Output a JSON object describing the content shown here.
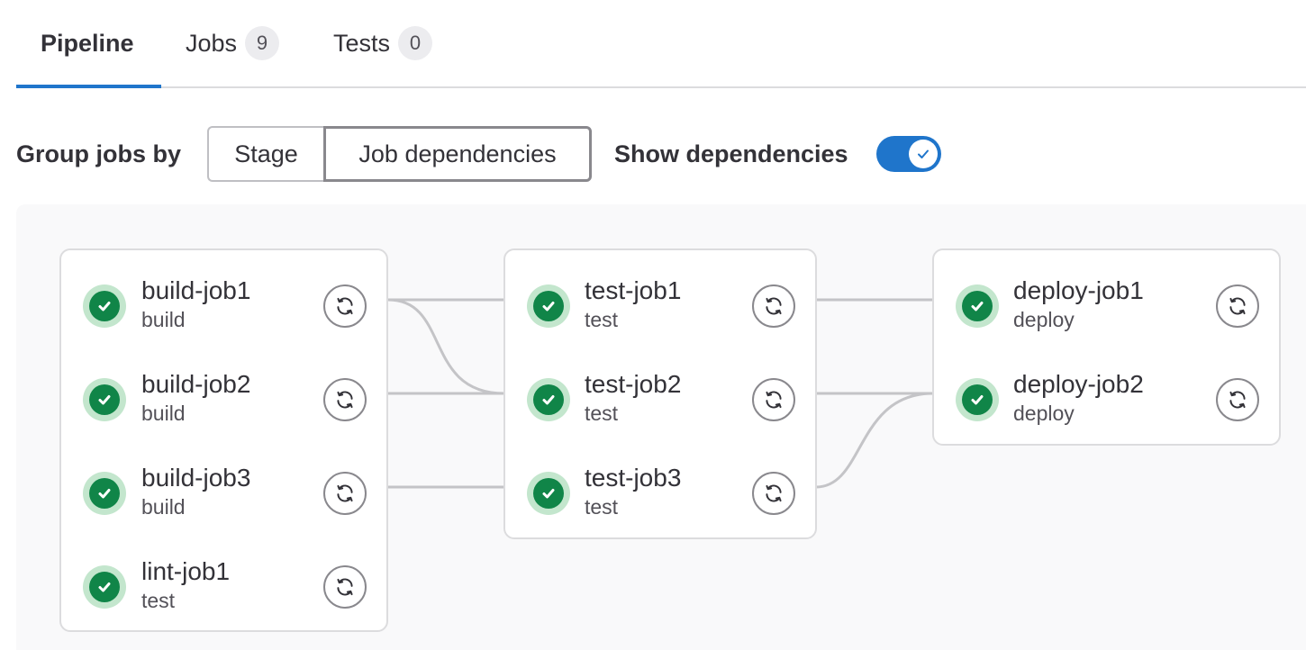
{
  "tabs": [
    {
      "label": "Pipeline",
      "active": true
    },
    {
      "label": "Jobs",
      "count": "9"
    },
    {
      "label": "Tests",
      "count": "0"
    }
  ],
  "controls": {
    "group_label": "Group jobs by",
    "options": [
      "Stage",
      "Job dependencies"
    ],
    "selected": "Job dependencies",
    "show_dependencies_label": "Show dependencies",
    "show_dependencies_on": true
  },
  "colors": {
    "accent": "#1f75cb",
    "success": "#108548",
    "success_bg": "#c3e6cd"
  },
  "columns": [
    {
      "jobs": [
        {
          "name": "build-job1",
          "stage": "build",
          "status": "success-icon"
        },
        {
          "name": "build-job2",
          "stage": "build",
          "status": "success-icon"
        },
        {
          "name": "build-job3",
          "stage": "build",
          "status": "success-icon"
        },
        {
          "name": "lint-job1",
          "stage": "test",
          "status": "success-icon"
        }
      ]
    },
    {
      "jobs": [
        {
          "name": "test-job1",
          "stage": "test",
          "status": "success-icon"
        },
        {
          "name": "test-job2",
          "stage": "test",
          "status": "success-icon"
        },
        {
          "name": "test-job3",
          "stage": "test",
          "status": "success-icon"
        }
      ]
    },
    {
      "jobs": [
        {
          "name": "deploy-job1",
          "stage": "deploy",
          "status": "success-icon"
        },
        {
          "name": "deploy-job2",
          "stage": "deploy",
          "status": "success-icon"
        }
      ]
    }
  ]
}
